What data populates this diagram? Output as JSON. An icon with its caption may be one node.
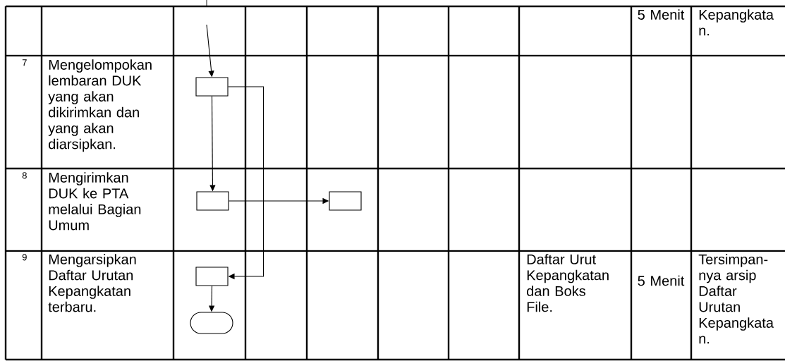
{
  "diagram": {
    "nodes": [
      {
        "text": [],
        "shape": "box"
      },
      {
        "text": [],
        "shape": "box"
      },
      {
        "text": [],
        "shape": "box"
      },
      {
        "text": [],
        "shape": "box"
      },
      {
        "text": [],
        "shape": "oval"
      }
    ],
    "edges": [
      {
        "from": null,
        "to": 0,
        "arrow": "to"
      },
      {
        "from": 0,
        "to": 1,
        "arrow": "to"
      },
      {
        "from": 0,
        "to": 3,
        "arrow": "to"
      },
      {
        "from": 1,
        "to": 2,
        "arrow": "to"
      },
      {
        "from": 3,
        "to": 4,
        "arrow": "to"
      }
    ],
    "labels": [
      "5 Menit",
      "Kepangkata n.",
      "7",
      "Mengelompokan lembaran DUK yang akan dikirimkan dan yang akan diarsipkan.",
      "8",
      "Mengirimkan DUK ke PTA melalui Bagian Umum",
      "9",
      "Mengarsipkan Daftar Urutan Kepangkatan terbaru.",
      "Daftar Urut Kepangkatan dan Boks File.",
      "5 Menit",
      "Tersimpan- nya arsip Daftar Urutan Kepangkata n."
    ]
  }
}
